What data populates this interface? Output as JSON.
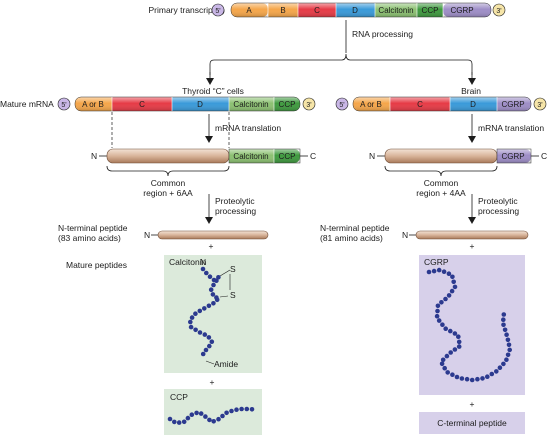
{
  "primary": {
    "label": "Primary transcript(s)",
    "cap5": "5'",
    "cap3": "3'",
    "segments": [
      "A",
      "B",
      "C",
      "D",
      "Calcitonin",
      "CCP",
      "CGRP"
    ]
  },
  "rna_processing": "RNA processing",
  "thyroid": {
    "title": "Thyroid “C” cells",
    "segments": [
      "A or B",
      "C",
      "D",
      "Calcitonin",
      "CCP"
    ],
    "translation": "mRNA translation",
    "common_region": [
      "Common",
      "region + 6AA"
    ],
    "precursor_segments": [
      "Calcitonin",
      "CCP"
    ],
    "proteolytic": [
      "Proteolytic",
      "processing"
    ],
    "n_peptide": [
      "N-terminal peptide",
      "(83 amino acids)"
    ],
    "mature_peptides": "Mature peptides",
    "calcitonin_box": {
      "title": "Calcitonin",
      "n": "N",
      "s1": "S",
      "s2": "S",
      "amide": "Amide"
    },
    "plus1": "+",
    "plus2": "+",
    "ccp_box": "CCP"
  },
  "brain": {
    "title": "Brain",
    "segments": [
      "A or B",
      "C",
      "D",
      "CGRP"
    ],
    "translation": "mRNA translation",
    "common_region": [
      "Common",
      "region + 4AA"
    ],
    "precursor_segments": [
      "CGRP"
    ],
    "proteolytic": [
      "Proteolytic",
      "processing"
    ],
    "n_peptide": [
      "N-terminal peptide",
      "(81 amino acids)"
    ],
    "plus1": "+",
    "cgrp_box": "CGRP",
    "plus2": "+",
    "c_terminal": "C-terminal peptide"
  },
  "mature_mrna_label": "Mature mRNA",
  "cap5": "5'",
  "cap3": "3'",
  "n_label": "N",
  "c_label": "C",
  "colors": {
    "A": "#f5a64a",
    "B": "#f5a64a",
    "C": "#e63b46",
    "D": "#3a9ad9",
    "Calcitonin": "#8cc172",
    "CCP": "#3f9a3f",
    "CGRP": "#9e8ec7",
    "cap5": "#c9b7e6",
    "cap3": "#f6e5a8",
    "peptide": "#cfa88c",
    "bead": "#2c3a8f",
    "calcitonin_box": "#dceadb",
    "ccp_box": "#dceadb",
    "cgrp_box": "#d7d0ea",
    "cterm_box": "#d7d0ea"
  }
}
